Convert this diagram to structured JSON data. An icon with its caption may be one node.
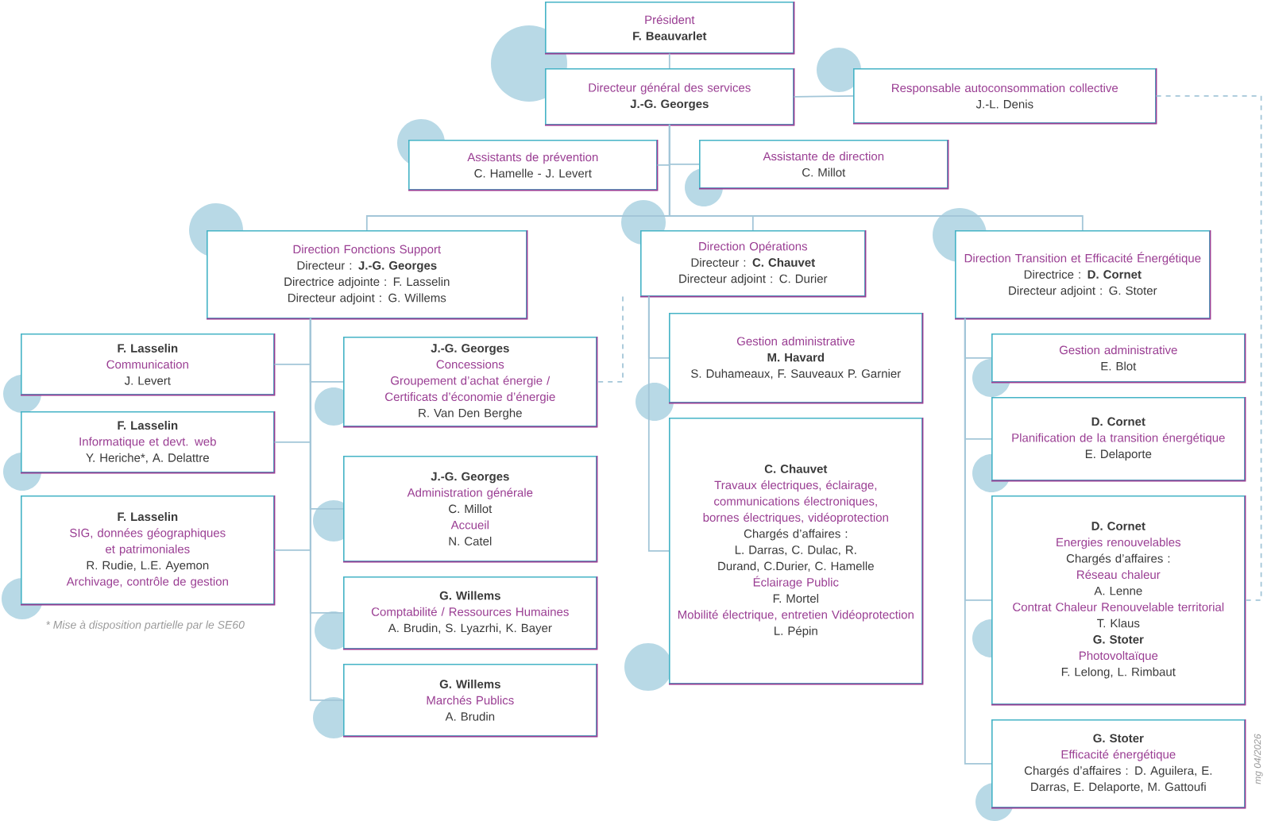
{
  "diagram": {
    "nodes": [
      {
        "text": [
          "Président",
          "F. Beauvarlet"
        ]
      },
      {
        "text": [
          "Directeur général des services",
          "J.-G. Georges"
        ]
      },
      {
        "text": [
          "Responsable autoconsommation collective",
          "J.-L. Denis"
        ]
      },
      {
        "text": [
          "Assistants de prévention",
          "C. Hamelle - J. Levert"
        ]
      },
      {
        "text": [
          "Assistante de direction",
          "C. Millot"
        ]
      },
      {
        "text": [
          "Direction Fonctions Support",
          "Directeur : **J.-G. Georges**",
          "Directrice adjointe : F. Lasselin",
          "Directeur adjoint : G. Willems"
        ]
      },
      {
        "text": [
          "Direction Opérations",
          "Directeur : **C. Chauvet**",
          "Directeur adjoint :  C. Durier"
        ]
      },
      {
        "text": [
          "Direction Transition et Efficacité Énergétique",
          "Directrice : **D. Cornet**",
          "Directeur adjoint : G. Stoter"
        ]
      },
      {
        "text": [
          "F. Lasselin",
          "Communication",
          "J. Levert"
        ]
      },
      {
        "text": [
          "F. Lasselin",
          "Informatique et devt. web",
          "Y. Heriche*, A. Delattre"
        ]
      },
      {
        "text": [
          "F. Lasselin",
          "SIG, données géographiques et patrimoniales",
          "R. Rudie, L.E. Ayemon",
          "Archivage, contrôle de gestion"
        ]
      },
      {
        "text": [
          "J.-G. Georges",
          "Concessions",
          "Groupement d’achat énergie / Certificats d’économie d’énergie",
          "R. Van Den Berghe"
        ]
      },
      {
        "text": [
          "J.-G. Georges",
          "Administration générale",
          "C. Millot",
          "Accueil",
          "N. Catel"
        ]
      },
      {
        "text": [
          "G. Willems",
          "Comptabilité / Ressources Humaines",
          "A. Brudin, S. Lyazrhi, K. Bayer"
        ]
      },
      {
        "text": [
          "G. Willems",
          "Marchés Publics",
          "A. Brudin"
        ]
      },
      {
        "text": [
          "Gestion administrative",
          "M. Havard",
          "S. Duhameaux, F. Sauveaux P. Garnier"
        ]
      },
      {
        "text": [
          "C. Chauvet",
          "Travaux électriques, éclairage, communications électroniques, bornes électriques, vidéoprotection",
          "Chargés d’affaires :",
          "L. Darras, C. Dulac, R. Durand, C.Durier, C. Hamelle",
          "Éclairage Public",
          "F. Mortel",
          "Mobilité électrique, entretien Vidéoprotection",
          "L. Pépin"
        ]
      },
      {
        "text": [
          "Gestion administrative",
          "E. Blot"
        ]
      },
      {
        "text": [
          "D. Cornet",
          "Planification de la transition énergétique",
          "E. Delaporte"
        ]
      },
      {
        "text": [
          "D. Cornet",
          "Energies renouvelables",
          "Chargés d’affaires :",
          "Réseau chaleur",
          "A. Lenne",
          "Contrat Chaleur Renouvelable territorial",
          "T. Klaus",
          "G. Stoter",
          "Photovoltaïque",
          "F. Lelong, L. Rimbaut"
        ]
      },
      {
        "text": [
          "G. Stoter",
          "Efficacité énergétique",
          "Chargés d’affaires : D. Aguilera, E. Darras, E. Delaporte, M. Gattoufi"
        ]
      }
    ],
    "edges": [
      {
        "from": 0,
        "to": 1,
        "arrow": "none"
      },
      {
        "from": 1,
        "to": 2,
        "arrow": "none"
      },
      {
        "from": 1,
        "to": 3,
        "arrow": "none"
      },
      {
        "from": 1,
        "to": 4,
        "arrow": "none"
      },
      {
        "from": 1,
        "to": 5,
        "arrow": "none"
      },
      {
        "from": 1,
        "to": 6,
        "arrow": "none"
      },
      {
        "from": 1,
        "to": 7,
        "arrow": "none"
      },
      {
        "from": 5,
        "to": 8,
        "arrow": "none"
      },
      {
        "from": 5,
        "to": 9,
        "arrow": "none"
      },
      {
        "from": 5,
        "to": 10,
        "arrow": "none"
      },
      {
        "from": 5,
        "to": 11,
        "arrow": "none"
      },
      {
        "from": 5,
        "to": 12,
        "arrow": "none"
      },
      {
        "from": 5,
        "to": 13,
        "arrow": "none"
      },
      {
        "from": 5,
        "to": 14,
        "arrow": "none"
      },
      {
        "from": 6,
        "to": 15,
        "arrow": "none"
      },
      {
        "from": 6,
        "to": 16,
        "arrow": "none"
      },
      {
        "from": 7,
        "to": 17,
        "arrow": "none"
      },
      {
        "from": 7,
        "to": 18,
        "arrow": "none"
      },
      {
        "from": 7,
        "to": 19,
        "arrow": "none"
      },
      {
        "from": 7,
        "to": 20,
        "arrow": "none"
      },
      {
        "from": 2,
        "to": 19,
        "arrow": "none",
        "style": "dashed"
      },
      {
        "from": 6,
        "to": 11,
        "arrow": "none",
        "style": "dashed"
      }
    ],
    "labels": [
      "* Mise à disposition partielle par le SE60",
      "mg 04/2026"
    ]
  }
}
